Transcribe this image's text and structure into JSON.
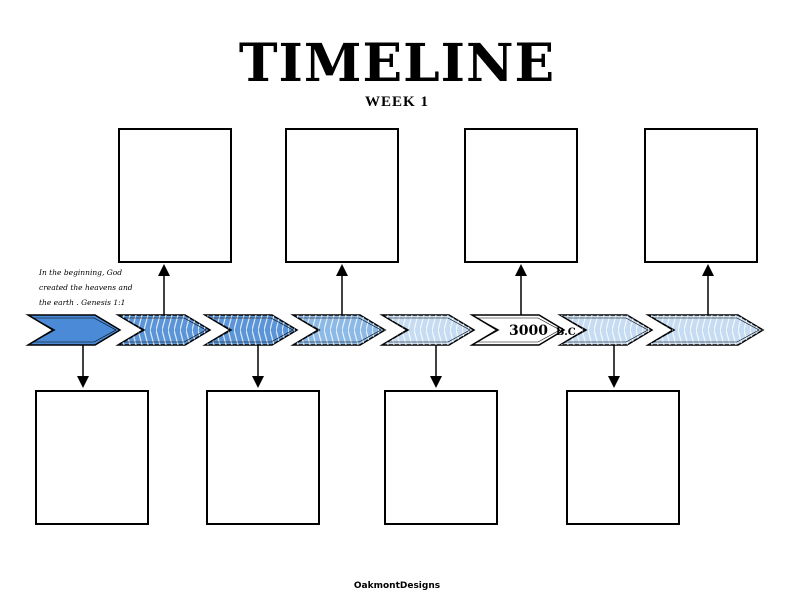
{
  "header": {
    "title": "TIMELINE",
    "subtitle": "WEEK 1"
  },
  "note": {
    "lines": [
      "In the beginning, God",
      "created the heavens and",
      "the earth . Genesis 1:1"
    ]
  },
  "timeline": {
    "date_number": "3000",
    "date_suffix": "B.C",
    "colors": {
      "first_chevron": "#4a8ad6",
      "dark_chevron": "#5b95d8",
      "mid_chevron": "#8cb9e6",
      "light_chevron": "#c6dcf2",
      "stripe": "#ffffff",
      "outline": "#000000"
    }
  },
  "footer": {
    "credit": "OakmontDesigns"
  }
}
